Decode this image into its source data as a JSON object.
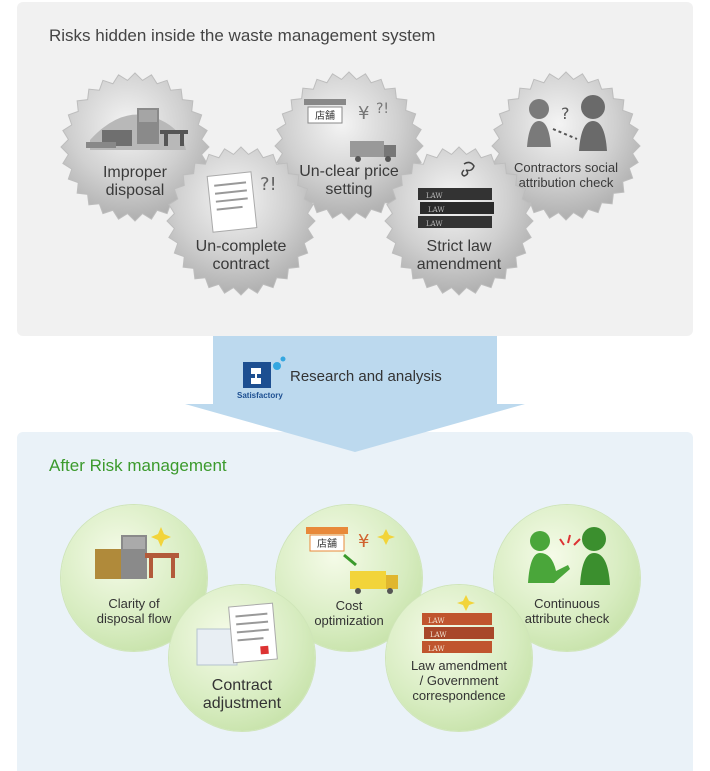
{
  "top": {
    "title": "Risks hidden inside the waste management system",
    "risks": [
      {
        "label_lines": [
          "Improper",
          "disposal"
        ]
      },
      {
        "label_lines": [
          "Un-complete",
          "contract"
        ]
      },
      {
        "label_lines": [
          "Un-clear price",
          "setting"
        ]
      },
      {
        "label_lines": [
          "Strict law",
          "amendment"
        ]
      },
      {
        "label_lines": [
          "Contractors social",
          "attribution check"
        ]
      }
    ]
  },
  "middle": {
    "logo_text": "Satisfactory",
    "label": "Research and analysis"
  },
  "bottom": {
    "title": "After Risk management",
    "results": [
      {
        "label_lines": [
          "Clarity of",
          "disposal flow"
        ]
      },
      {
        "label_lines": [
          "Contract",
          "adjustment"
        ]
      },
      {
        "label_lines": [
          "Cost",
          "optimization"
        ]
      },
      {
        "label_lines": [
          "Law amendment",
          "/ Government",
          "correspondence"
        ]
      },
      {
        "label_lines": [
          "Continuous",
          "attribute check"
        ]
      }
    ]
  },
  "icon_text": {
    "shop_sign": "店舗",
    "yen": "¥",
    "law": "LAW",
    "question": "?",
    "question_exclaim": "?!"
  },
  "colors": {
    "top_title": "#444444",
    "bottom_title": "#3b9a2c",
    "arrow": "#bcd9ee",
    "seal": "#c8c8c8",
    "circle": "#c8e3a9"
  }
}
